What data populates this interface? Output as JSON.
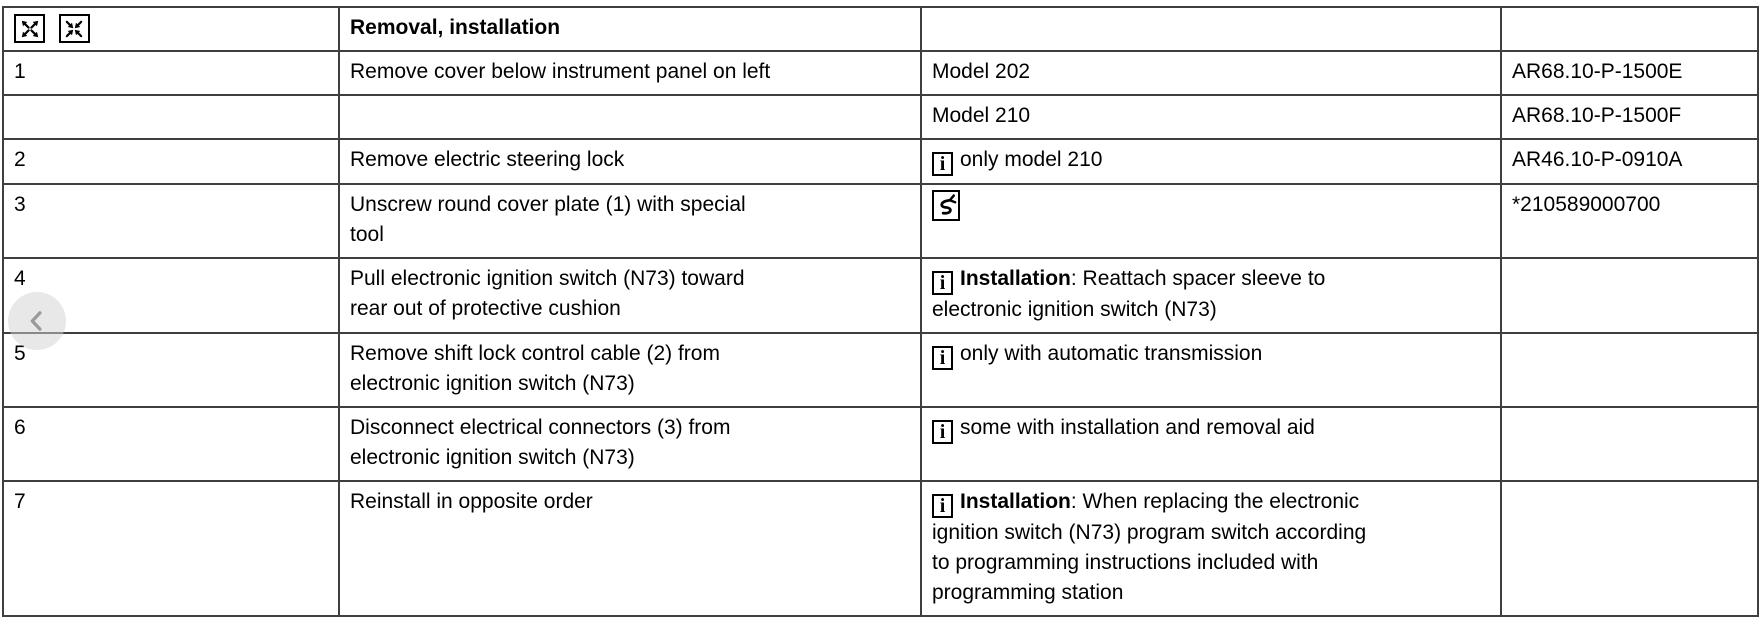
{
  "table": {
    "header": {
      "title": "Removal, installation",
      "icons": [
        {
          "name": "expand-all-icon"
        },
        {
          "name": "collapse-all-icon"
        }
      ]
    },
    "rows": [
      {
        "step": "1",
        "instruction": "Remove cover below instrument panel on left",
        "note_icon": "",
        "note_bold": "",
        "note_text": "Model 202",
        "reference": "AR68.10-P-1500E"
      },
      {
        "step": "",
        "instruction": "",
        "note_icon": "",
        "note_bold": "",
        "note_text": "Model 210",
        "reference": "AR68.10-P-1500F"
      },
      {
        "step": "2",
        "instruction": "Remove electric steering lock",
        "note_icon": "info",
        "note_bold": "",
        "note_text": "only model 210",
        "reference": "AR46.10-P-0910A"
      },
      {
        "step": "3",
        "instruction": "Unscrew round cover plate (1) with special\ntool",
        "note_icon": "special-tool",
        "note_bold": "",
        "note_text": "",
        "reference": "*210589000700"
      },
      {
        "step": "4",
        "instruction": "Pull electronic ignition switch (N73) toward\nrear out of protective cushion",
        "note_icon": "info",
        "note_bold": "Installation",
        "note_text": ": Reattach spacer sleeve to\nelectronic ignition switch (N73)",
        "reference": ""
      },
      {
        "step": "5",
        "instruction": "Remove shift lock control cable (2) from\nelectronic ignition switch (N73)",
        "note_icon": "info",
        "note_bold": "",
        "note_text": "only with automatic transmission",
        "reference": ""
      },
      {
        "step": "6",
        "instruction": "Disconnect electrical connectors (3) from\nelectronic ignition switch (N73)",
        "note_icon": "info",
        "note_bold": "",
        "note_text": "some with installation and removal aid",
        "reference": ""
      },
      {
        "step": "7",
        "instruction": "Reinstall in opposite order",
        "note_icon": "info",
        "note_bold": "Installation",
        "note_text": ": When replacing the electronic\nignition switch (N73) program switch according\nto programming instructions included with\nprogramming station",
        "reference": ""
      }
    ]
  },
  "icons": {
    "info_glyph": "i",
    "expand_all": "expand-all-icon",
    "collapse_all": "collapse-all-icon",
    "special_tool": "special-tool-icon",
    "prev": "chevron-left-icon"
  },
  "colors": {
    "border": "#3f3f3f",
    "text": "#000000",
    "icon_border": "#000000",
    "nav_circle": "rgba(210,210,210,0.50)",
    "nav_chevron": "#9a9a9a"
  }
}
